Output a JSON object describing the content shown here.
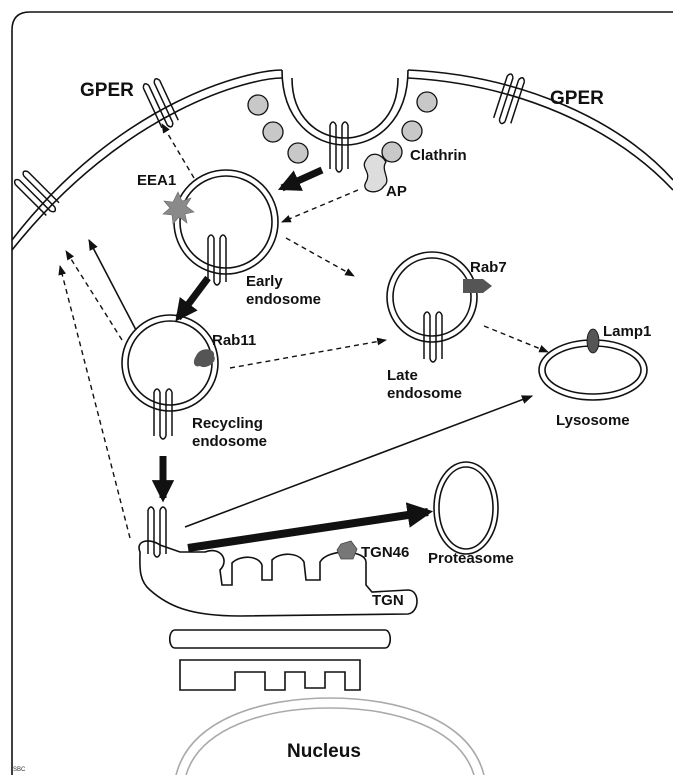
{
  "labels": {
    "gper_left": "GPER",
    "gper_right": "GPER",
    "clathrin": "Clathrin",
    "ap": "AP",
    "eea1": "EEA1",
    "early_endosome_line1": "Early",
    "early_endosome_line2": "endosome",
    "rab7": "Rab7",
    "rab11": "Rab11",
    "late_endosome_line1": "Late",
    "late_endosome_line2": "endosome",
    "lamp1": "Lamp1",
    "lysosome": "Lysosome",
    "recycling_endosome_line1": "Recycling",
    "recycling_endosome_line2": "endosome",
    "proteasome": "Proteasome",
    "tgn46": "TGN46",
    "tgn": "TGN",
    "nucleus": "Nucleus",
    "credit": "SBC"
  },
  "colors": {
    "line": "#111111",
    "protein_marker": "#555555",
    "clathrin_fill": "#c8c8c8",
    "eea1_fill": "#8a8a8a",
    "nucleus_stroke": "#aaaaaa"
  }
}
